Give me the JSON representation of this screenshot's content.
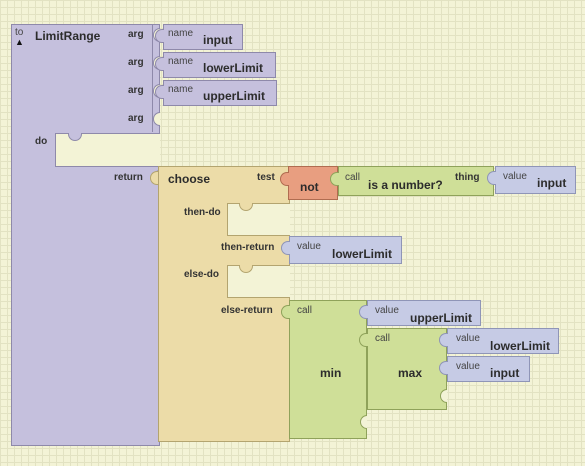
{
  "procedure": {
    "to_label": "to",
    "name": "LimitRange",
    "arg_label": "arg",
    "do_label": "do",
    "return_label": "return",
    "args": [
      {
        "name_label": "name",
        "value": "input"
      },
      {
        "name_label": "name",
        "value": "lowerLimit"
      },
      {
        "name_label": "name",
        "value": "upperLimit"
      },
      {
        "name_label": "",
        "value": ""
      }
    ]
  },
  "choose": {
    "title": "choose",
    "test_label": "test",
    "then_do_label": "then-do",
    "then_return_label": "then-return",
    "else_do_label": "else-do",
    "else_return_label": "else-return"
  },
  "not_block": {
    "title": "not"
  },
  "is_number": {
    "call_label": "call",
    "title": "is a number?",
    "thing_label": "thing"
  },
  "values": {
    "value_label": "value",
    "test_input": "input",
    "then_lower": "lowerLimit",
    "min_upper": "upperLimit",
    "max_lower": "lowerLimit",
    "max_input": "input"
  },
  "min_block": {
    "call_label": "call",
    "title": "min"
  },
  "max_block": {
    "call_label": "call",
    "title": "max"
  },
  "colors": {
    "procedure": "#c5c0dd",
    "control": "#ecdca8",
    "logic": "#e89e80",
    "math": "#cfdf98",
    "value": "#c6cbe5",
    "workspace": "#f3f3d6"
  },
  "icons": {
    "collapse": "triangle-up"
  }
}
